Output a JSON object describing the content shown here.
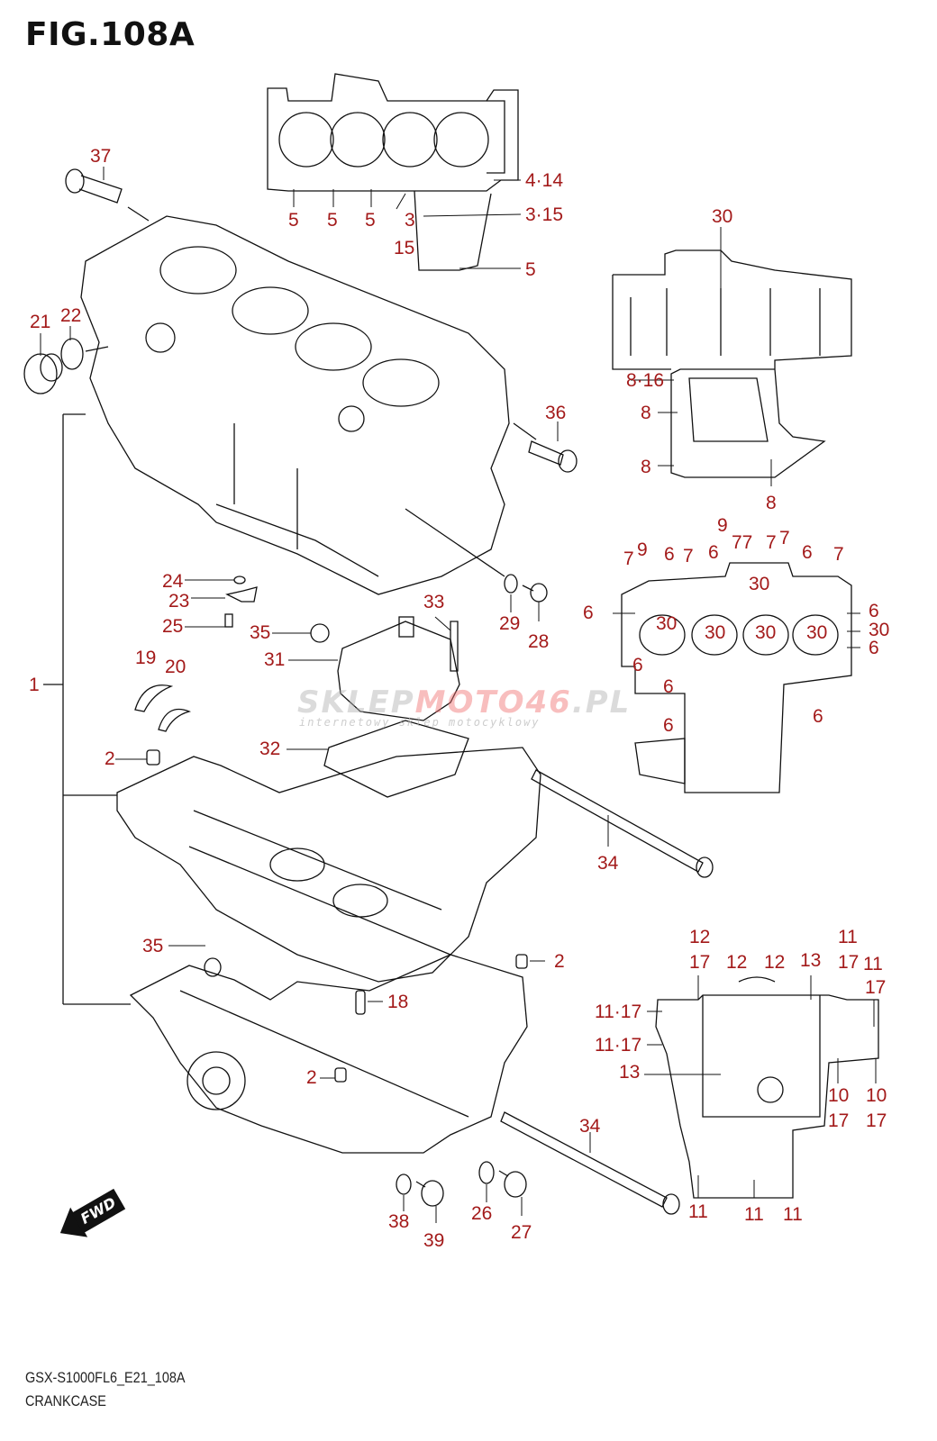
{
  "figure": {
    "title": "FIG.108A",
    "model_code": "GSX-S1000FL6_E21_108A",
    "name": "CRANKCASE",
    "label_color": "#a31a1a",
    "line_color": "#111111"
  },
  "watermark": {
    "part1": "SKLEP",
    "part2": "MOTO46",
    "part3": ".PL",
    "tagline": "internetowy sklep motocyklowy"
  },
  "fwd_badge": "FWD",
  "callouts": [
    {
      "id": "c37",
      "text": "37"
    },
    {
      "id": "c21",
      "text": "21"
    },
    {
      "id": "c22",
      "text": "22"
    },
    {
      "id": "c5a",
      "text": "5"
    },
    {
      "id": "c5b",
      "text": "5"
    },
    {
      "id": "c5c",
      "text": "5"
    },
    {
      "id": "c3a",
      "text": "3"
    },
    {
      "id": "c15a",
      "text": "15"
    },
    {
      "id": "c414",
      "text": "4·14"
    },
    {
      "id": "c315",
      "text": "3·15"
    },
    {
      "id": "c5d",
      "text": "5"
    },
    {
      "id": "c36",
      "text": "36"
    },
    {
      "id": "c30top",
      "text": "30"
    },
    {
      "id": "c816",
      "text": "8·16"
    },
    {
      "id": "c8a",
      "text": "8"
    },
    {
      "id": "c8b",
      "text": "8"
    },
    {
      "id": "c8c",
      "text": "8"
    },
    {
      "id": "c24",
      "text": "24"
    },
    {
      "id": "c23",
      "text": "23"
    },
    {
      "id": "c25",
      "text": "25"
    },
    {
      "id": "c35a",
      "text": "35"
    },
    {
      "id": "c33",
      "text": "33"
    },
    {
      "id": "c29",
      "text": "29"
    },
    {
      "id": "c28",
      "text": "28"
    },
    {
      "id": "c1",
      "text": "1"
    },
    {
      "id": "c19",
      "text": "19"
    },
    {
      "id": "c20",
      "text": "20"
    },
    {
      "id": "c31",
      "text": "31"
    },
    {
      "id": "c32",
      "text": "32"
    },
    {
      "id": "c2a",
      "text": "2"
    },
    {
      "id": "c34a",
      "text": "34"
    },
    {
      "id": "c35b",
      "text": "35"
    },
    {
      "id": "c2b",
      "text": "2"
    },
    {
      "id": "c18",
      "text": "18"
    },
    {
      "id": "c2c",
      "text": "2"
    },
    {
      "id": "c34b",
      "text": "34"
    },
    {
      "id": "c38",
      "text": "38"
    },
    {
      "id": "c39",
      "text": "39"
    },
    {
      "id": "c26",
      "text": "26"
    },
    {
      "id": "c27",
      "text": "27"
    },
    {
      "id": "m7a",
      "text": "7"
    },
    {
      "id": "m9a",
      "text": "9"
    },
    {
      "id": "m6a",
      "text": "6"
    },
    {
      "id": "m7b",
      "text": "7"
    },
    {
      "id": "m6b",
      "text": "6"
    },
    {
      "id": "m9b",
      "text": "9"
    },
    {
      "id": "m77",
      "text": "77"
    },
    {
      "id": "m7c",
      "text": "7"
    },
    {
      "id": "m7d",
      "text": "7"
    },
    {
      "id": "m6c",
      "text": "6"
    },
    {
      "id": "m7e",
      "text": "7"
    },
    {
      "id": "m30a",
      "text": "30"
    },
    {
      "id": "m6d",
      "text": "6"
    },
    {
      "id": "m30b",
      "text": "30"
    },
    {
      "id": "m30c",
      "text": "30"
    },
    {
      "id": "m30d",
      "text": "30"
    },
    {
      "id": "m30e",
      "text": "30"
    },
    {
      "id": "m6e",
      "text": "6"
    },
    {
      "id": "m30f",
      "text": "30"
    },
    {
      "id": "m6f",
      "text": "6"
    },
    {
      "id": "m6g",
      "text": "6"
    },
    {
      "id": "m6h",
      "text": "6"
    },
    {
      "id": "m6i",
      "text": "6"
    },
    {
      "id": "m6j",
      "text": "6"
    },
    {
      "id": "b12a",
      "text": "12"
    },
    {
      "id": "b17a",
      "text": "17"
    },
    {
      "id": "b12b",
      "text": "12"
    },
    {
      "id": "b12c",
      "text": "12"
    },
    {
      "id": "b13a",
      "text": "13"
    },
    {
      "id": "b11a",
      "text": "11"
    },
    {
      "id": "b17b",
      "text": "17"
    },
    {
      "id": "b11b",
      "text": "11"
    },
    {
      "id": "b17c",
      "text": "17"
    },
    {
      "id": "b1117a",
      "text": "11·17"
    },
    {
      "id": "b1117b",
      "text": "11·17"
    },
    {
      "id": "b13b",
      "text": "13"
    },
    {
      "id": "b10a",
      "text": "10"
    },
    {
      "id": "b17d",
      "text": "17"
    },
    {
      "id": "b10b",
      "text": "10"
    },
    {
      "id": "b17e",
      "text": "17"
    },
    {
      "id": "b11c",
      "text": "11"
    },
    {
      "id": "b11d",
      "text": "11"
    },
    {
      "id": "b11e",
      "text": "11"
    }
  ]
}
